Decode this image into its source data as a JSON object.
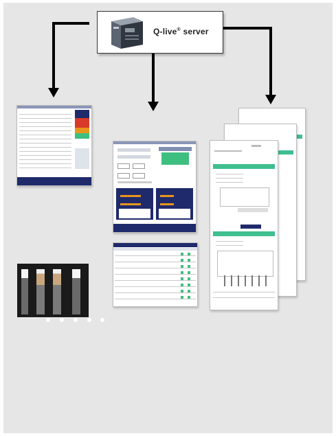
{
  "server": {
    "label": "Q-live",
    "trademark": "®",
    "label_suffix": " server",
    "icon": "server-tower-icon"
  },
  "colors": {
    "background": "#e6e6e6",
    "navy": "#1f2a6b",
    "teal": "#3fbf8f",
    "green": "#3fbf7f",
    "red": "#d93a2a",
    "orange": "#e8961c"
  },
  "screens": [
    {
      "id": "monitor-list-screen",
      "icon": "patient-list-screenshot"
    },
    {
      "id": "patient-detail-screen",
      "icon": "patient-detail-screenshot"
    },
    {
      "id": "results-table-screen",
      "icon": "results-table-screenshot"
    },
    {
      "id": "report-stack",
      "icon": "report-pages",
      "pages": 3
    },
    {
      "id": "vials-photo",
      "icon": "vial-photo",
      "more_dots": 5
    }
  ]
}
